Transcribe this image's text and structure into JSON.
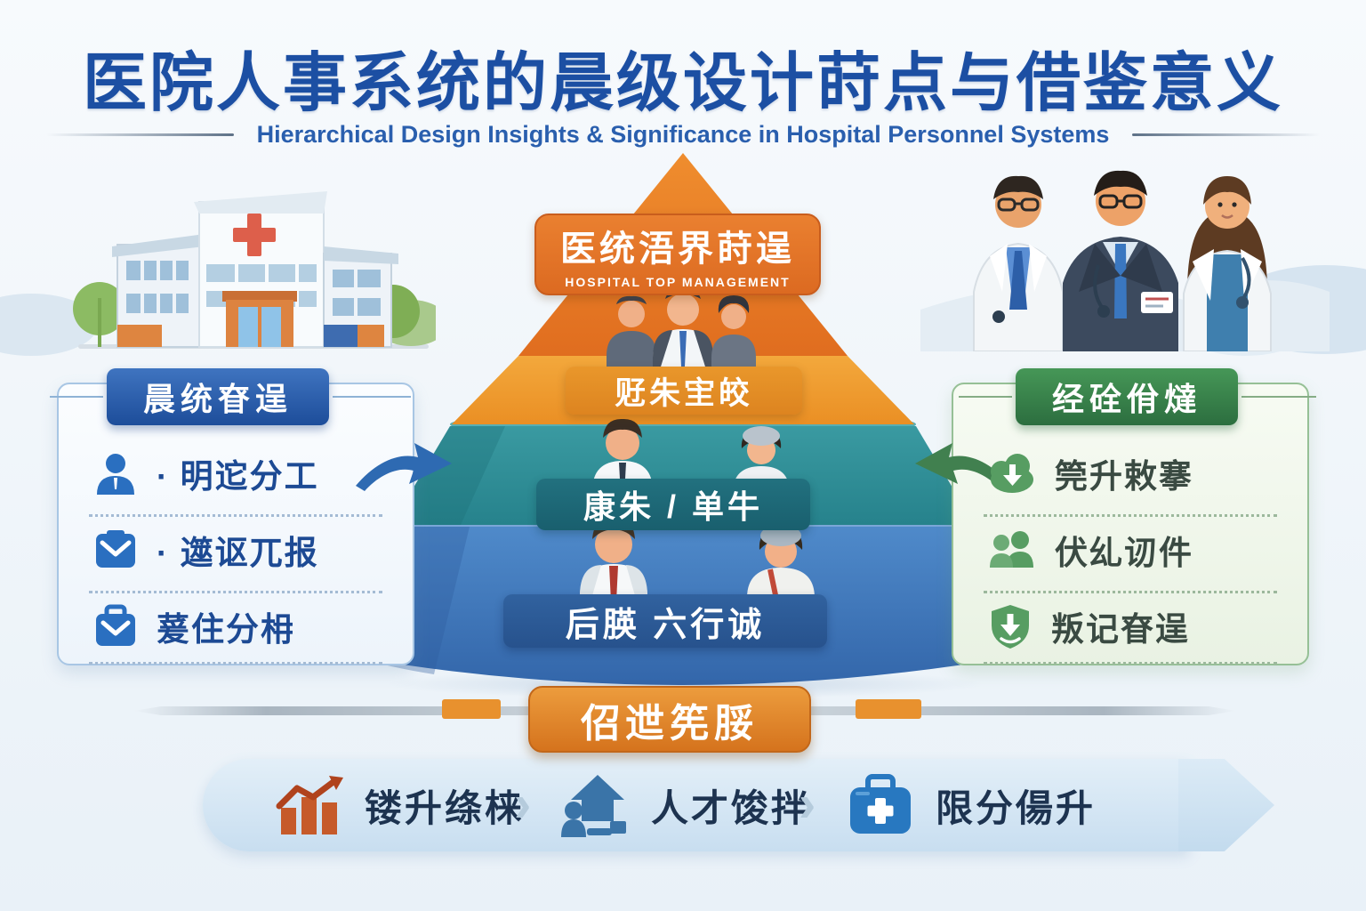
{
  "header": {
    "title": "医院人事系统的晨级设计莳点与借鉴意义",
    "subtitle": "Hierarchical Design Insights & Significance in Hospital Personnel Systems"
  },
  "pyramid": {
    "levels": [
      {
        "label": "医统浯界莳逞",
        "sublabel": "HOSPITAL TOP MANAGEMENT",
        "color": "#e87a2c"
      },
      {
        "label": "觃朱宔皎",
        "color": "#f09a30"
      },
      {
        "label": "康朱 / 单牛",
        "color": "#2f9099"
      },
      {
        "label": "后朠 六行诚",
        "color": "#3f77bb"
      }
    ]
  },
  "left_panel": {
    "title": "晨统眘逞",
    "accent": "#2456a4",
    "items": [
      {
        "icon": "person-icon",
        "label": "· 明迱分工"
      },
      {
        "icon": "inbox-check-icon",
        "label": "· 遾讴兀报"
      },
      {
        "icon": "briefcase-icon",
        "label": "萲住分枏"
      }
    ]
  },
  "right_panel": {
    "title": "经硂佾燵",
    "accent": "#2f7a42",
    "items": [
      {
        "icon": "cloud-download-icon",
        "label": "筦升敕搴"
      },
      {
        "icon": "people-icon",
        "label": "伏乣讱件"
      },
      {
        "icon": "shield-download-icon",
        "label": "叛记眘逞"
      }
    ]
  },
  "bottom": {
    "banner": "佋迣筅脮",
    "separator": "›",
    "items": [
      {
        "icon": "bar-chart-icon",
        "label": "镂升绦梾"
      },
      {
        "icon": "talent-up-icon",
        "label": "人才馂拌"
      },
      {
        "icon": "first-aid-kit-icon",
        "label": "限分偒升"
      }
    ]
  },
  "colors": {
    "title": "#1c4fa3",
    "level1": "#e87a2c",
    "level2": "#f09a30",
    "level3": "#2f9099",
    "level4": "#3f77bb",
    "left_accent": "#2456a4",
    "right_accent": "#2f7a42",
    "banner": "#e08428"
  }
}
